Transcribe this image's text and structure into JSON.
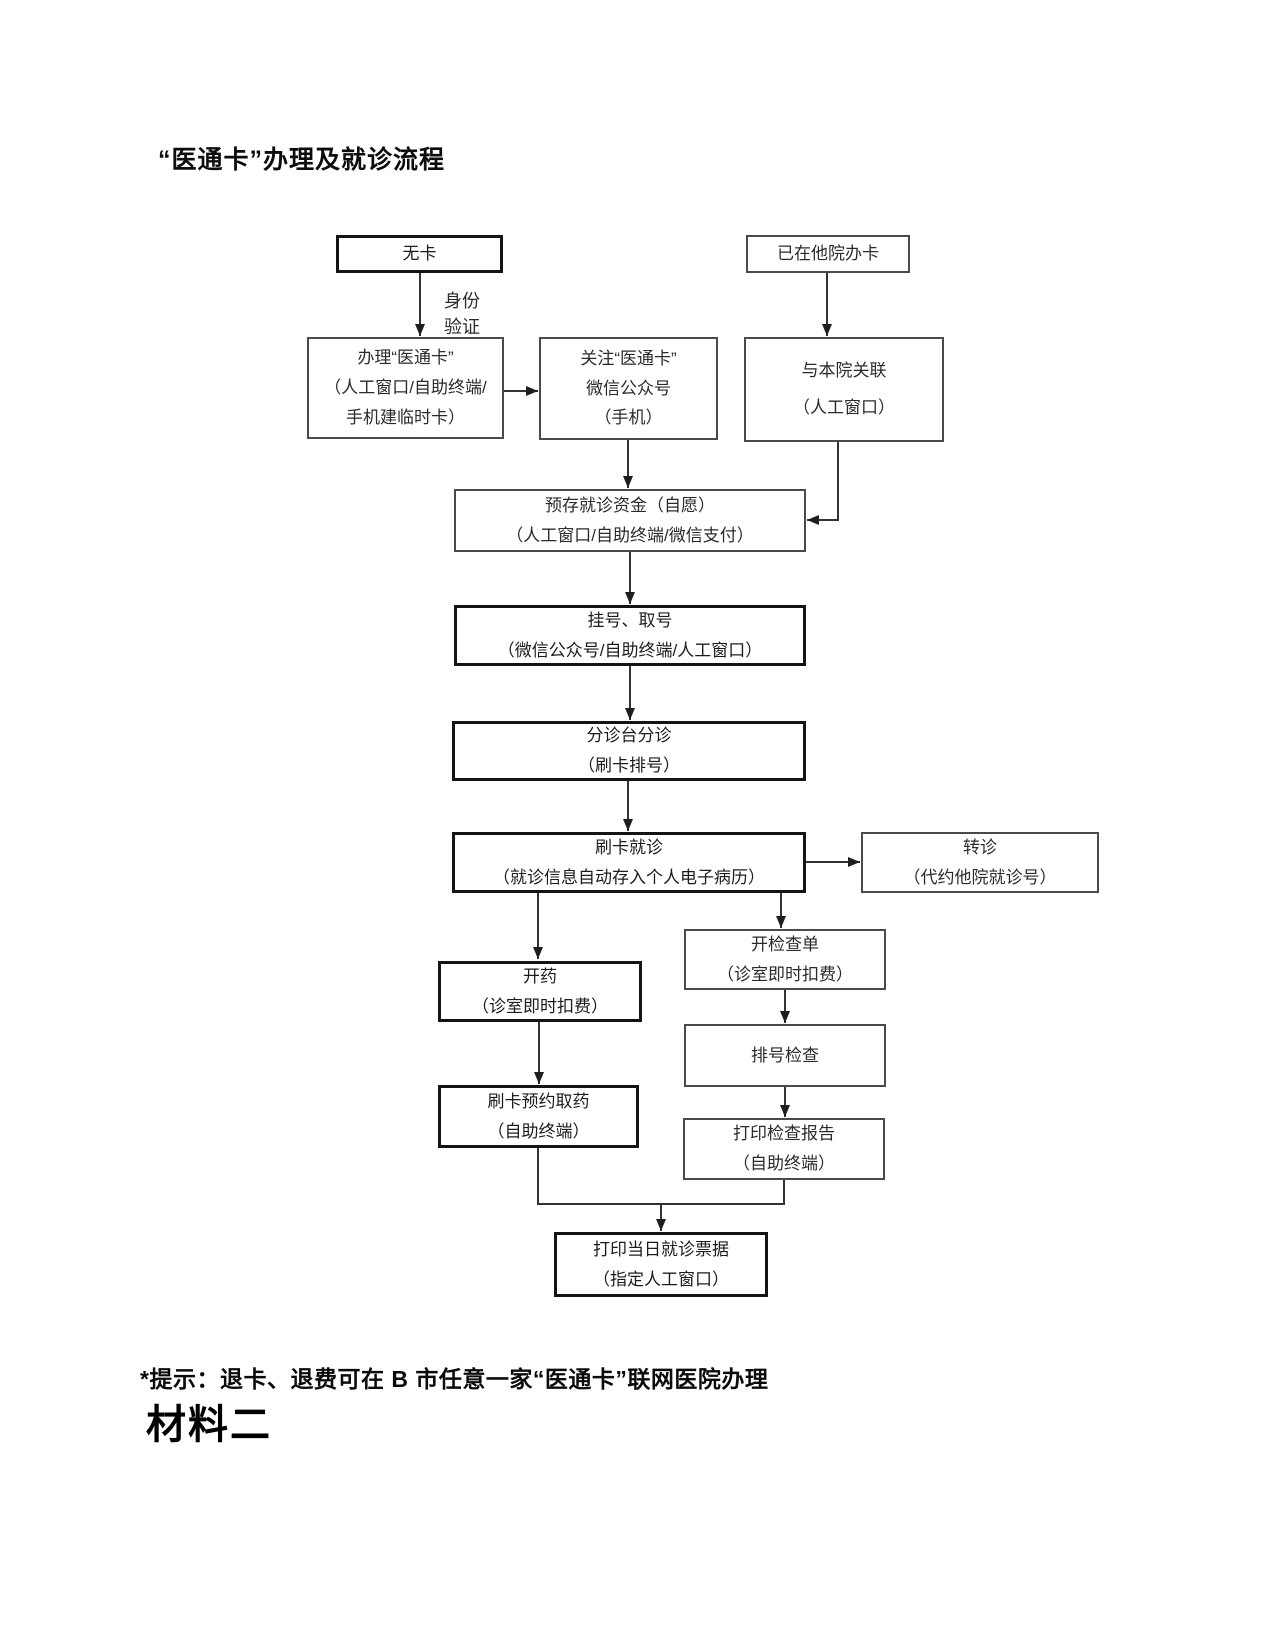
{
  "page": {
    "title": "“医通卡”办理及就诊流程",
    "note": "*提示：退卡、退费可在 B 市任意一家“医通卡”联网医院办理",
    "section_heading": "材料二"
  },
  "flowchart": {
    "identity_label": [
      "身份",
      "验证"
    ],
    "nodes": {
      "no_card": [
        "无卡"
      ],
      "other_hospital_card": [
        "已在他院办卡"
      ],
      "apply_card": [
        "办理“医通卡”",
        "（人工窗口/自助终端/",
        "手机建临时卡）"
      ],
      "follow_wechat": [
        "关注“医通卡”",
        "微信公众号",
        "（手机）"
      ],
      "link_hospital": [
        "与本院关联",
        "（人工窗口）"
      ],
      "deposit": [
        "预存就诊资金（自愿）",
        "（人工窗口/自助终端/微信支付）"
      ],
      "register": [
        "挂号、取号",
        "（微信公众号/自助终端/人工窗口）"
      ],
      "triage": [
        "分诊台分诊",
        "（刷卡排号）"
      ],
      "swipe_visit": [
        "刷卡就诊",
        "（就诊信息自动存入个人电子病历）"
      ],
      "referral": [
        "转诊",
        "（代约他院就诊号）"
      ],
      "exam_order": [
        "开检查单",
        "（诊室即时扣费）"
      ],
      "prescribe": [
        "开药",
        "（诊室即时扣费）"
      ],
      "queue_exam": [
        "排号检查"
      ],
      "pickup_medicine": [
        "刷卡预约取药",
        "（自助终端）"
      ],
      "print_report": [
        "打印检查报告",
        "（自助终端）"
      ],
      "print_receipt": [
        "打印当日就诊票据",
        "（指定人工窗口）"
      ]
    }
  }
}
